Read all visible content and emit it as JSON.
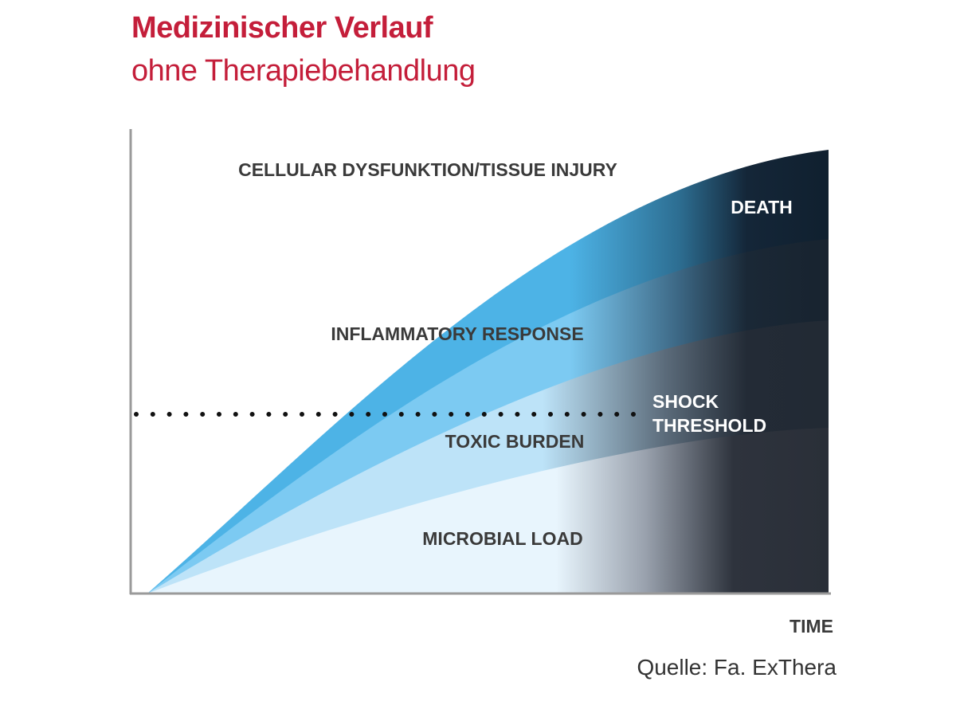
{
  "header": {
    "title": "Medizinischer Verlauf",
    "subtitle": "ohne Therapiebehandlung"
  },
  "colors": {
    "brand_red": "#c41e3a",
    "text_dark": "#3a3a3a",
    "text_light": "#ffffff",
    "band_outer": "#4db3e6",
    "band_inflammatory": "#7ccaf2",
    "band_toxic": "#bde3f8",
    "band_microbial": "#e8f5fd",
    "dark_end": "#1c2430"
  },
  "diagram": {
    "bands": [
      {
        "label": "CELLULAR DYSFUNKTION/TISSUE INJURY"
      },
      {
        "label": "INFLAMMATORY RESPONSE"
      },
      {
        "label": "TOXIC BURDEN"
      },
      {
        "label": "MICROBIAL LOAD"
      }
    ],
    "outcome_label": "DEATH",
    "threshold_label_line1": "SHOCK",
    "threshold_label_line2": "THRESHOLD",
    "x_axis_label": "TIME"
  },
  "source": "Quelle: Fa. ExThera"
}
